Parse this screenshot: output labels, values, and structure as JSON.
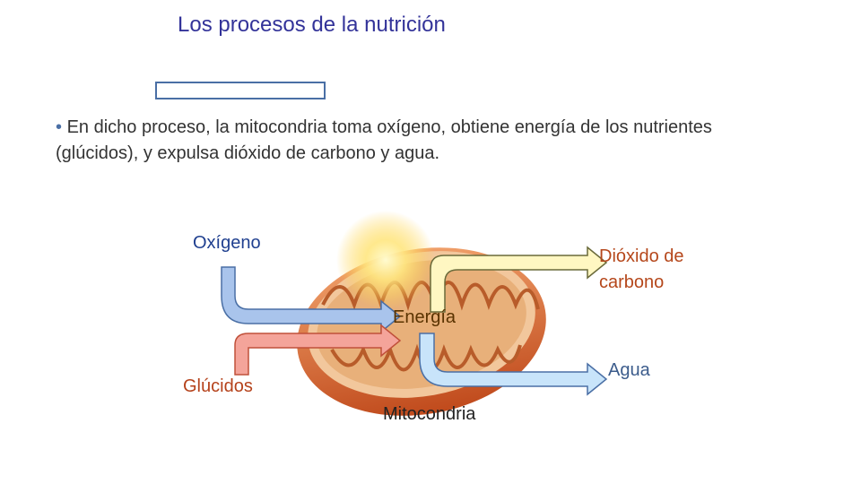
{
  "title": "Los procesos de la nutrición",
  "bullet": {
    "marker": "•",
    "text": "En dicho proceso, la mitocondria toma oxígeno, obtiene energía de los nutrientes (glúcidos), y expulsa dióxido de carbono y agua."
  },
  "diagram": {
    "labels": {
      "oxygen": "Oxígeno",
      "co2": "Dióxido de carbono",
      "energy": "Energía",
      "water": "Agua",
      "glucids": "Glúcidos",
      "mitochondria": "Mitocondria"
    },
    "colors": {
      "title": "#333399",
      "oxygen_arrow": "#a9c4ec",
      "glucids_arrow": "#f4a49a",
      "co2_arrow": "#fff7c2",
      "water_arrow": "#c8e4fa",
      "mitochondria_outer": "#d9622b",
      "mitochondria_inner": "#e8b07a"
    }
  }
}
